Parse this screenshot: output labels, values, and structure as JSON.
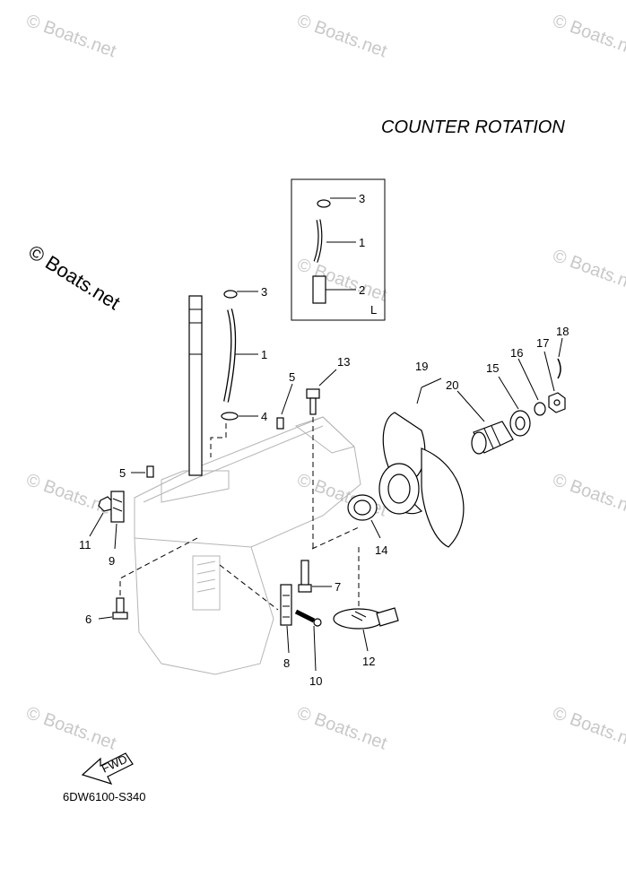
{
  "title": "COUNTER  ROTATION",
  "diagram_code": "6DW6100-S340",
  "copyright": "© Boats.net",
  "watermark_text": "© Boats.net",
  "inset_label": "L",
  "fwd_label": "FWD",
  "callouts": {
    "inset_3": "3",
    "inset_1": "1",
    "inset_2": "2",
    "c3": "3",
    "c1": "1",
    "c4": "4",
    "c5a": "5",
    "c13": "13",
    "c5b": "5",
    "c11": "11",
    "c9": "9",
    "c6": "6",
    "c7": "7",
    "c8": "8",
    "c10": "10",
    "c12": "12",
    "c14": "14",
    "c19": "19",
    "c20": "20",
    "c15": "15",
    "c16": "16",
    "c17": "17",
    "c18": "18"
  }
}
